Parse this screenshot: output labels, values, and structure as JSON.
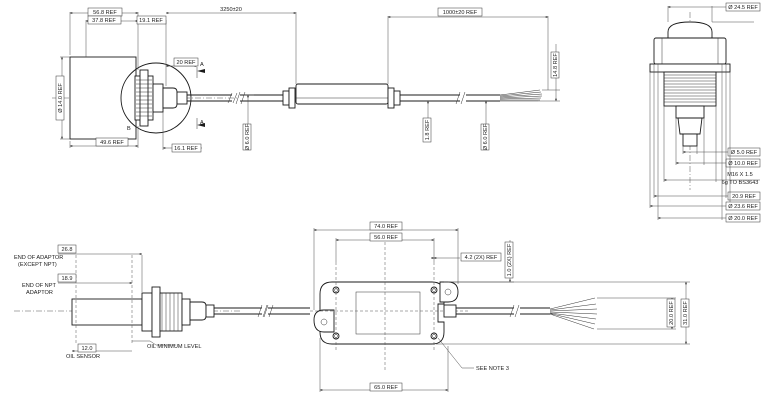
{
  "dimensions": {
    "d_56_8": "56.8 REF",
    "d_37_8": "37.8 REF",
    "d_19_1": "19.1 REF",
    "d_3250": "3250±20",
    "d_1000": "1000±20 REF",
    "d_14_8v": "14.8 REF",
    "d_dia14_0": "Ø 14.0 REF",
    "d_20ref": "20 REF",
    "d_49_6": "49.6 REF",
    "d_16_1": "16.1 REF",
    "d_dia6_0a": "Ø 6.0 REF",
    "d_1_8": "1.8 REF",
    "d_dia6_0b": "Ø 6.0 REF",
    "d_dia24_5": "Ø 24.5 REF",
    "d_dia5_0": "Ø 5.0 REF",
    "d_dia10_0": "Ø 10.0 REF",
    "d_m16_a": "M16 X 1.5",
    "d_m16_b": "6g TO BS3643",
    "d_20_9": "20.9 REF",
    "d_dia23_6": "Ø 23.6 REF",
    "d_dia20_0": "Ø 20.0 REF",
    "d_74_0": "74.0 REF",
    "d_56_0": "56.0 REF",
    "d_4_2": "4.2 (2X) REF",
    "d_1_0": "1.0 (2X) REF",
    "d_20_0v": "20.0 REF",
    "d_31_0v": "31.0 REF",
    "d_65_0": "65.0 REF",
    "d_26_8": "26.8",
    "d_18_9": "18.9",
    "d_12_0": "12.0"
  },
  "labels": {
    "end_adaptor_1": "END OF ADAPTOR",
    "end_adaptor_2": "(EXCEPT NPT)",
    "end_npt_1": "END OF NPT",
    "end_npt_2": "ADAPTOR",
    "oil_min": "OIL MINIMUM LEVEL",
    "oil_sensor": "OIL SENSOR",
    "see_note": "SEE NOTE 3",
    "mark_a_top": "A",
    "mark_a_bottom": "A",
    "mark_b": "B"
  }
}
